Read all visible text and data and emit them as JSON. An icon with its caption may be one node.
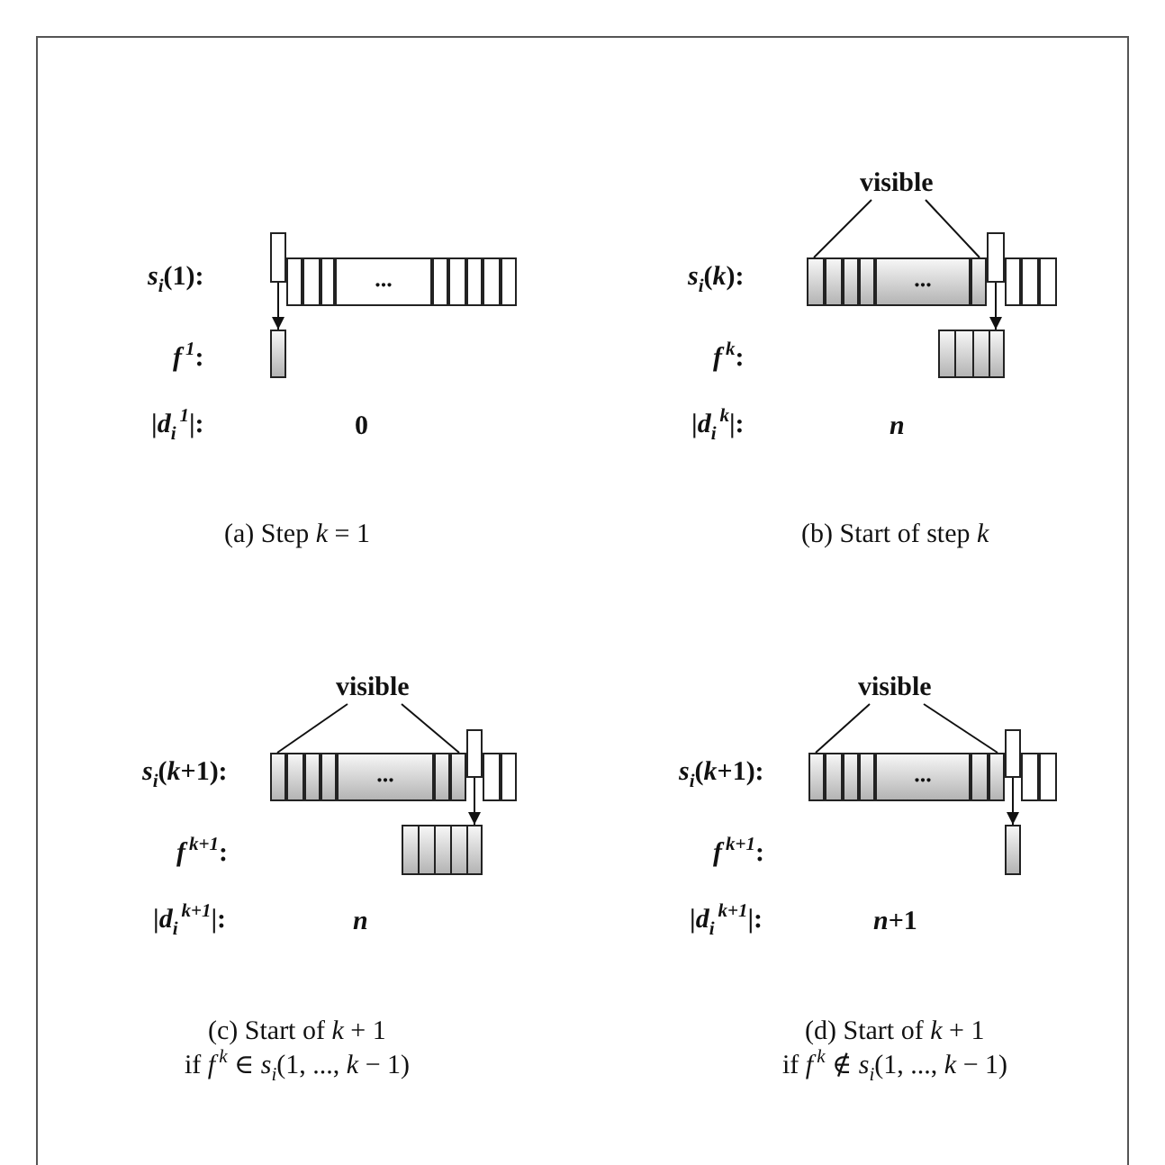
{
  "diagram": {
    "nodes": [
      {
        "text": [
          "..."
        ]
      },
      {
        "text": [],
        "shape": "box"
      },
      {
        "text": [],
        "shape": "box"
      },
      {
        "text": [
          "visible"
        ]
      },
      {
        "text": [
          "..."
        ]
      },
      {
        "text": [],
        "shape": "box"
      },
      {
        "text": [],
        "shape": "box"
      },
      {
        "text": [],
        "shape": "box"
      },
      {
        "text": [],
        "shape": "box"
      },
      {
        "text": [
          "visible"
        ]
      },
      {
        "text": [
          "..."
        ]
      },
      {
        "text": [],
        "shape": "box"
      },
      {
        "text": [],
        "shape": "box"
      },
      {
        "text": [],
        "shape": "box"
      },
      {
        "text": [],
        "shape": "box"
      },
      {
        "text": [
          "visible"
        ]
      },
      {
        "text": [
          "..."
        ]
      },
      {
        "text": [],
        "shape": "box"
      },
      {
        "text": [],
        "shape": "box"
      },
      {
        "text": [],
        "shape": "box"
      },
      {
        "text": [],
        "shape": "box"
      }
    ],
    "edges": [
      {
        "from": 1,
        "to": 2,
        "arrow": "to"
      },
      {
        "from": 3,
        "to": 5,
        "arrow": "none"
      },
      {
        "from": 3,
        "to": 6,
        "arrow": "none"
      },
      {
        "from": 7,
        "to": 8,
        "arrow": "to"
      },
      {
        "from": 9,
        "to": 11,
        "arrow": "none"
      },
      {
        "from": 9,
        "to": 12,
        "arrow": "none"
      },
      {
        "from": 13,
        "to": 14,
        "arrow": "to"
      },
      {
        "from": 15,
        "to": 17,
        "arrow": "none"
      },
      {
        "from": 15,
        "to": 18,
        "arrow": "none"
      },
      {
        "from": 19,
        "to": 20,
        "arrow": "to"
      }
    ],
    "labels": [
      "*s*$_{i}$(1):",
      "*f*$^{1}$:",
      "|*d*$_{i}$$^{1}$|:",
      "0",
      "(a) Step *k* = 1",
      "*s*$_{i}$(*k*):",
      "*f*$^{k}$:",
      "|*d*$_{i}$$^{k}$|:",
      "n",
      "(b) Start of step *k*",
      "*s*$_{i}$(*k*+1):",
      "*f*$^{k+1}$:",
      "|*d*$_{i}$$^{k+1}$|:",
      "n",
      "(c) Start of *k* + 1",
      "if *f*$^{k}$ ∈ *s*$_{i}$(1, ..., *k* − 1)",
      "*s*$_{i}$(*k*+1):",
      "*f*$^{k+1}$:",
      "|*d*$_{i}$$^{k+1}$|:",
      "*n*+1",
      "(d) Start of *k* + 1",
      "if *f*$^{k}$ ∉ *s*$_{i}$(1, ..., *k* − 1)"
    ]
  }
}
